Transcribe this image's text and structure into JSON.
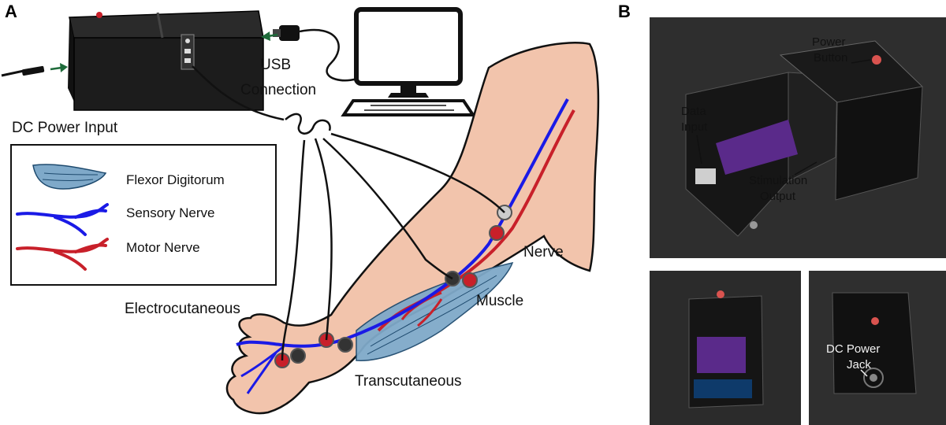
{
  "panel_a": {
    "letter": "A",
    "dc_power_input": "DC Power Input",
    "usb_line1": "USB",
    "usb_line2": "Connection",
    "legend": {
      "flexor": "Flexor Digitorum",
      "sensory": "Sensory Nerve",
      "motor": "Motor Nerve"
    },
    "site_electrocutaneous": "Electrocutaneous",
    "site_transcutaneous": "Transcutaneous",
    "site_muscle": "Muscle",
    "site_nerve": "Nerve"
  },
  "panel_b": {
    "letter": "B",
    "power_line1": "Power",
    "power_line2": "Button",
    "data_line1": "Data",
    "data_line2": "Input",
    "stim_line1": "Stimulation",
    "stim_line2": "Output",
    "dc_jack_line1": "DC Power",
    "dc_jack_line2": "Jack"
  },
  "colors": {
    "sensory_nerve": "#1a1ae6",
    "motor_nerve": "#c8202a",
    "muscle": "#7fa9c9",
    "skin": "#f2c4ac",
    "device": "#1c1c1c",
    "arrow_green": "#1e6b3a"
  }
}
